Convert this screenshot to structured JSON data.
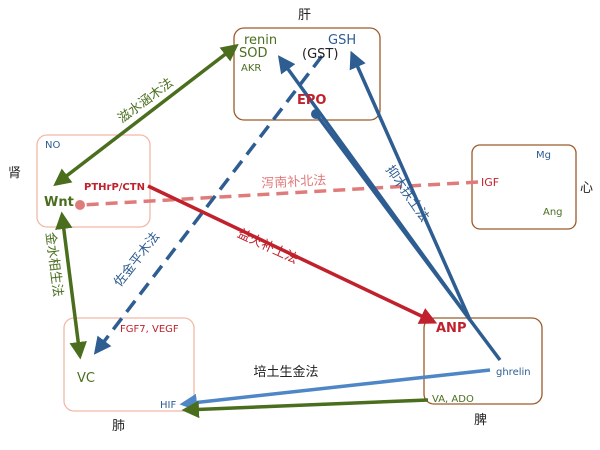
{
  "organs": {
    "liver": "肝",
    "kidney": "肾",
    "heart": "心",
    "lung": "肺",
    "spleen": "脾"
  },
  "liver_box": {
    "renin": "renin",
    "gsh": "GSH",
    "sod": "SOD",
    "gst": "(GST)",
    "akr": "AKR",
    "epo": "EPO"
  },
  "kidney_box": {
    "no": "NO",
    "wnt": "Wnt",
    "pthrp": "PTHrP/CTN"
  },
  "heart_box": {
    "mg": "Mg",
    "igf": "IGF",
    "ang": "Ang"
  },
  "lung_box": {
    "fgf": "FGF7, VEGF",
    "vc": "VC",
    "hif": "HIF"
  },
  "spleen_box": {
    "anp": "ANP",
    "ghrelin": "ghrelin",
    "va_ado": "VA, ADO"
  },
  "methods": {
    "zi_shui_han_mu": "滋水涵木法",
    "xie_nan_bu_bei": "泻南补北法",
    "jin_shui_xiang_sheng": "金水相生法",
    "zuo_jin_ping_mu": "佐金平木法",
    "yi_huo_bu_tu": "益火补土法",
    "yi_mu_fu_tu": "抑木扶土法",
    "pei_tu_sheng_jin": "培土生金法"
  },
  "colors": {
    "green": "#4a6e1e",
    "blue": "#2e5d92",
    "blue_light": "#4f86c6",
    "red": "#c0212c",
    "pink": "#e07b7b",
    "brown": "#9b5a2a",
    "salmon": "#f2b8a8"
  }
}
